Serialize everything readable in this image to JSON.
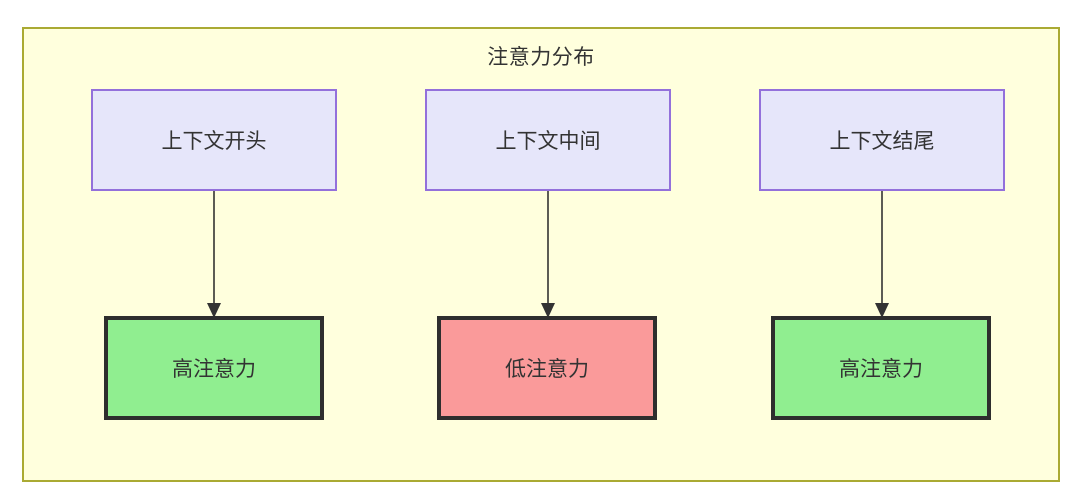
{
  "diagram": {
    "type": "flowchart",
    "title": "注意力分布",
    "container": {
      "name": "attention-distribution-subgraph",
      "fill": "#ffffdd",
      "border": "#aaaa33"
    },
    "nodes": [
      {
        "id": "context-start",
        "label": "上下文开头",
        "row": "top",
        "column": 1,
        "fill": "#e6e6fa",
        "border": "#9370db"
      },
      {
        "id": "context-middle",
        "label": "上下文中间",
        "row": "top",
        "column": 2,
        "fill": "#e6e6fa",
        "border": "#9370db"
      },
      {
        "id": "context-end",
        "label": "上下文结尾",
        "row": "top",
        "column": 3,
        "fill": "#e6e6fa",
        "border": "#9370db"
      },
      {
        "id": "high-attention-start",
        "label": "高注意力",
        "row": "bottom",
        "column": 1,
        "fill": "#90ee90",
        "border": "#2e2e2e"
      },
      {
        "id": "low-attention-middle",
        "label": "低注意力",
        "row": "bottom",
        "column": 2,
        "fill": "#fa9a9a",
        "border": "#2e2e2e"
      },
      {
        "id": "high-attention-end",
        "label": "高注意力",
        "row": "bottom",
        "column": 3,
        "fill": "#90ee90",
        "border": "#2e2e2e"
      }
    ],
    "edges": [
      {
        "id": "edge-1",
        "from": "context-start",
        "to": "high-attention-start",
        "label": "",
        "arrow": "arrowhead-icon"
      },
      {
        "id": "edge-2",
        "from": "context-middle",
        "to": "low-attention-middle",
        "label": "",
        "arrow": "arrowhead-icon"
      },
      {
        "id": "edge-3",
        "from": "context-end",
        "to": "high-attention-end",
        "label": "",
        "arrow": "arrowhead-icon"
      }
    ],
    "colors": {
      "edge": "#333333",
      "text": "#333333",
      "canvas": "#ffffff"
    }
  }
}
